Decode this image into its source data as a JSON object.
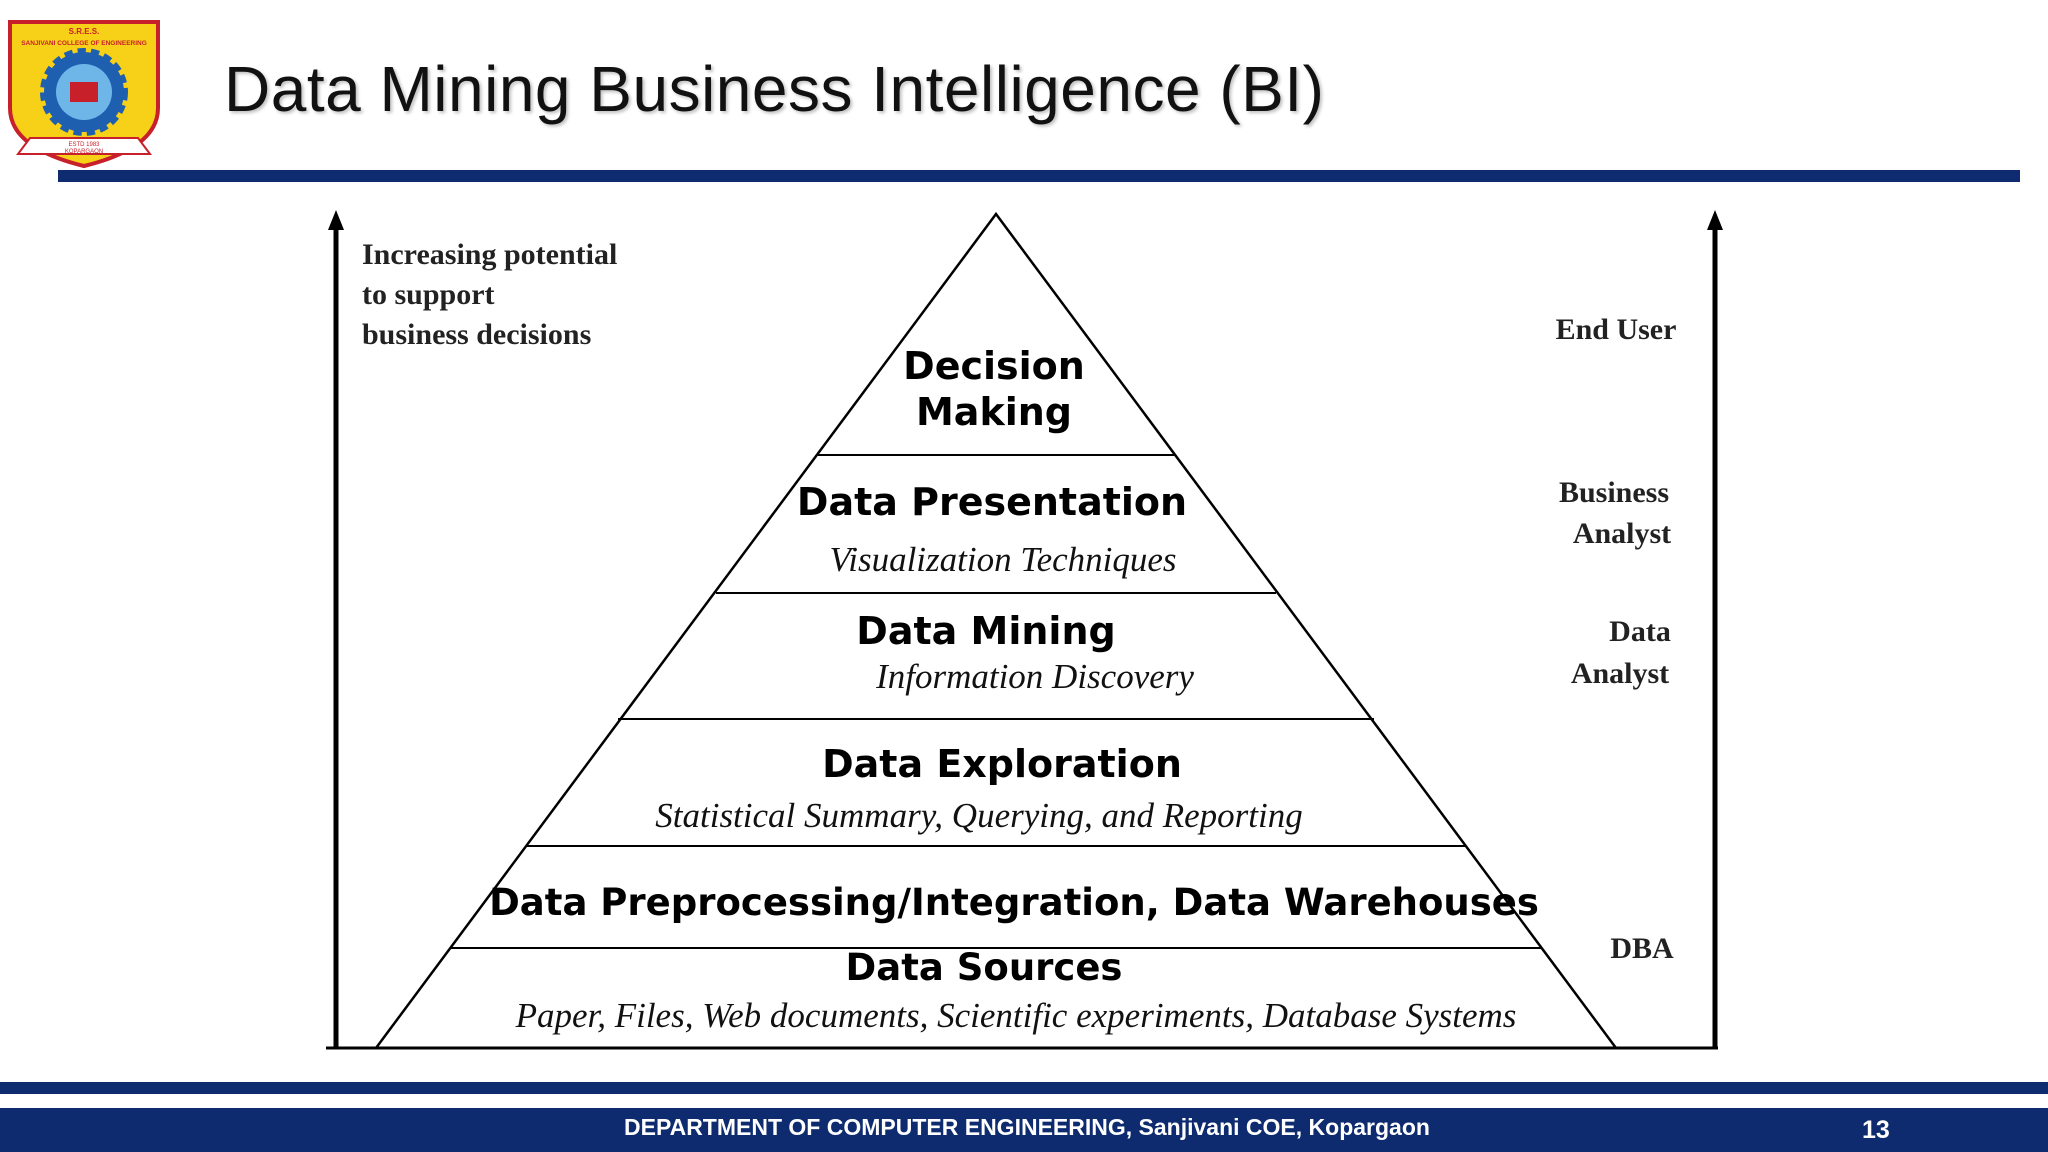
{
  "logo": {
    "top_text": "S.R.E.S.",
    "college_text": "SANJIVANI COLLEGE OF ENGINEERING",
    "estd_text": "ESTD 1983",
    "place_text": "KOPARGAON"
  },
  "slide": {
    "title": "Data Mining Business Intelligence (BI)"
  },
  "diagram": {
    "left_caption": [
      "Increasing potential",
      "to support",
      "business decisions"
    ],
    "levels": [
      {
        "title": [
          "Decision",
          "Making"
        ],
        "subtitle": ""
      },
      {
        "title": [
          "Data Presentation"
        ],
        "subtitle": "Visualization Techniques"
      },
      {
        "title": [
          "Data Mining"
        ],
        "subtitle": "Information Discovery"
      },
      {
        "title": [
          "Data Exploration"
        ],
        "subtitle": "Statistical Summary, Querying, and Reporting"
      },
      {
        "title": [
          "Data Preprocessing/Integration, Data Warehouses"
        ],
        "subtitle": ""
      },
      {
        "title": [
          "Data Sources"
        ],
        "subtitle": "Paper, Files, Web documents, Scientific experiments, Database Systems"
      }
    ],
    "roles": [
      {
        "lines": [
          "End User"
        ]
      },
      {
        "lines": [
          "Business",
          "Analyst"
        ]
      },
      {
        "lines": [
          "Data",
          "Analyst"
        ]
      },
      {
        "lines": [
          "DBA"
        ]
      }
    ]
  },
  "footer": {
    "department": "DEPARTMENT OF COMPUTER ENGINEERING,  Sanjivani COE, Kopargaon",
    "page_number": "13"
  },
  "colors": {
    "navy": "#0d2b6e",
    "logo_red": "#c8202a",
    "logo_yellow": "#f7d117",
    "logo_blue": "#1f5fb0"
  }
}
